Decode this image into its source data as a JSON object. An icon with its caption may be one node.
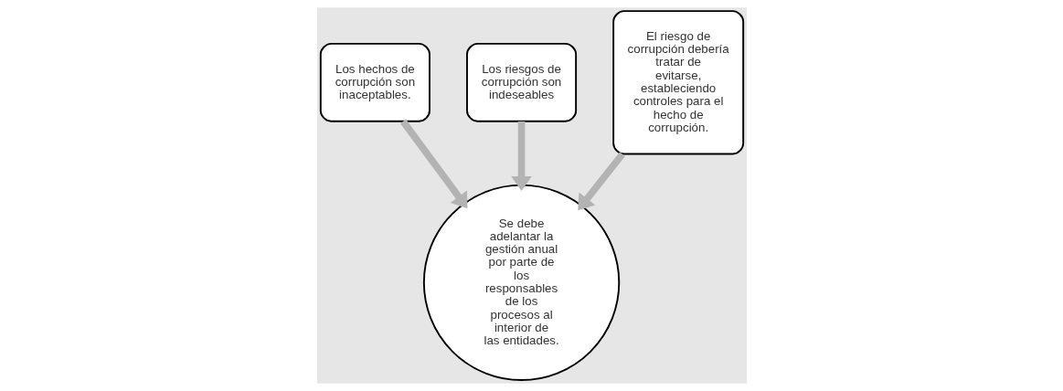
{
  "diagram": {
    "nodes": [
      {
        "text": [
          "Los hechos de corrupción son inaceptables."
        ]
      },
      {
        "text": [
          "Los riesgos de corrupción son indeseables"
        ]
      },
      {
        "text": [
          "El riesgo de corrupción debería tratar de evitarse, estableciendo controles para el hecho de corrupción."
        ]
      },
      {
        "text": [
          "Se debe adelantar la gestión anual por parte de los responsables de los procesos al interior de las entidades."
        ]
      }
    ],
    "edges": [
      {
        "from": 0,
        "to": 3,
        "arrow": "to"
      },
      {
        "from": 1,
        "to": 3,
        "arrow": "to"
      },
      {
        "from": 2,
        "to": 3,
        "arrow": "to"
      }
    ]
  }
}
